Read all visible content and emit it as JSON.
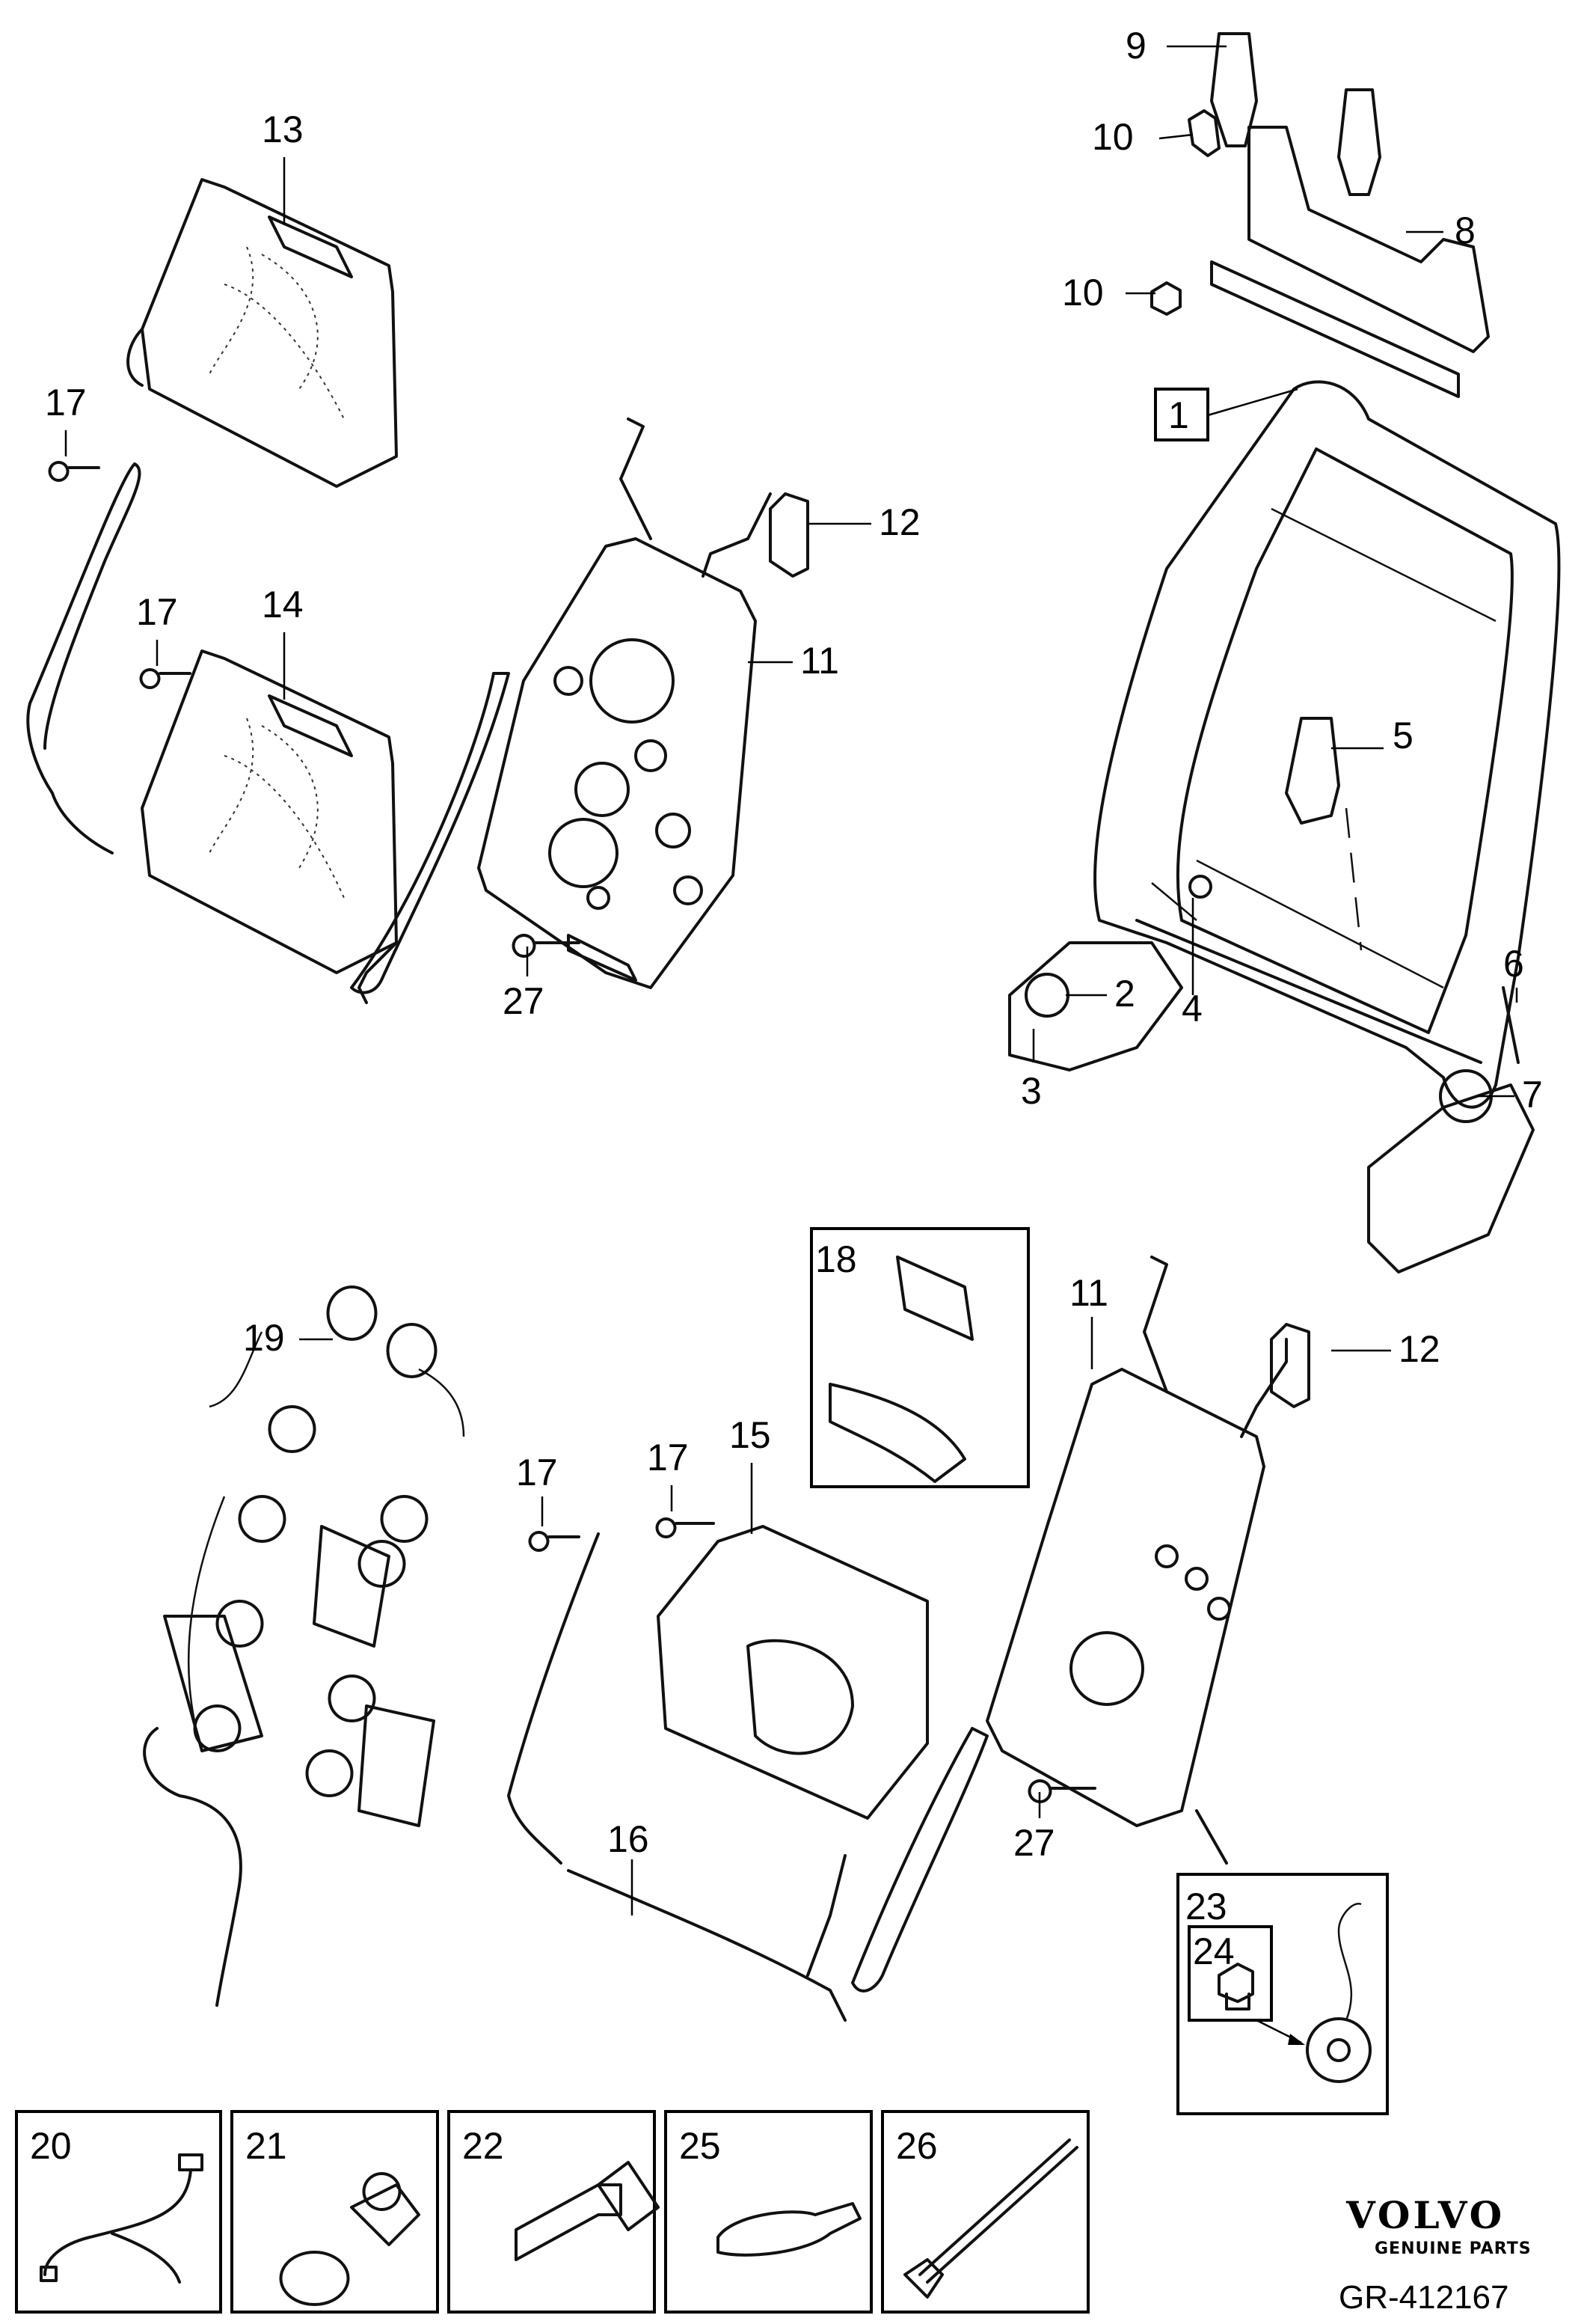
{
  "callouts": {
    "p1": "1",
    "p2": "2",
    "p3": "3",
    "p4": "4",
    "p5": "5",
    "p6": "6",
    "p7": "7",
    "p8": "8",
    "p9": "9",
    "p10a": "10",
    "p10b": "10",
    "p11a": "11",
    "p11b": "11",
    "p12a": "12",
    "p12b": "12",
    "p13": "13",
    "p14": "14",
    "p15": "15",
    "p16": "16",
    "p17a": "17",
    "p17b": "17",
    "p17c": "17",
    "p17d": "17",
    "p18": "18",
    "p19": "19",
    "p20": "20",
    "p21": "21",
    "p22": "22",
    "p23": "23",
    "p24": "24",
    "p25": "25",
    "p26": "26",
    "p27a": "27",
    "p27b": "27"
  },
  "brand": {
    "name": "VOLVO",
    "tagline": "GENUINE PARTS"
  },
  "reference": "GR-412167"
}
